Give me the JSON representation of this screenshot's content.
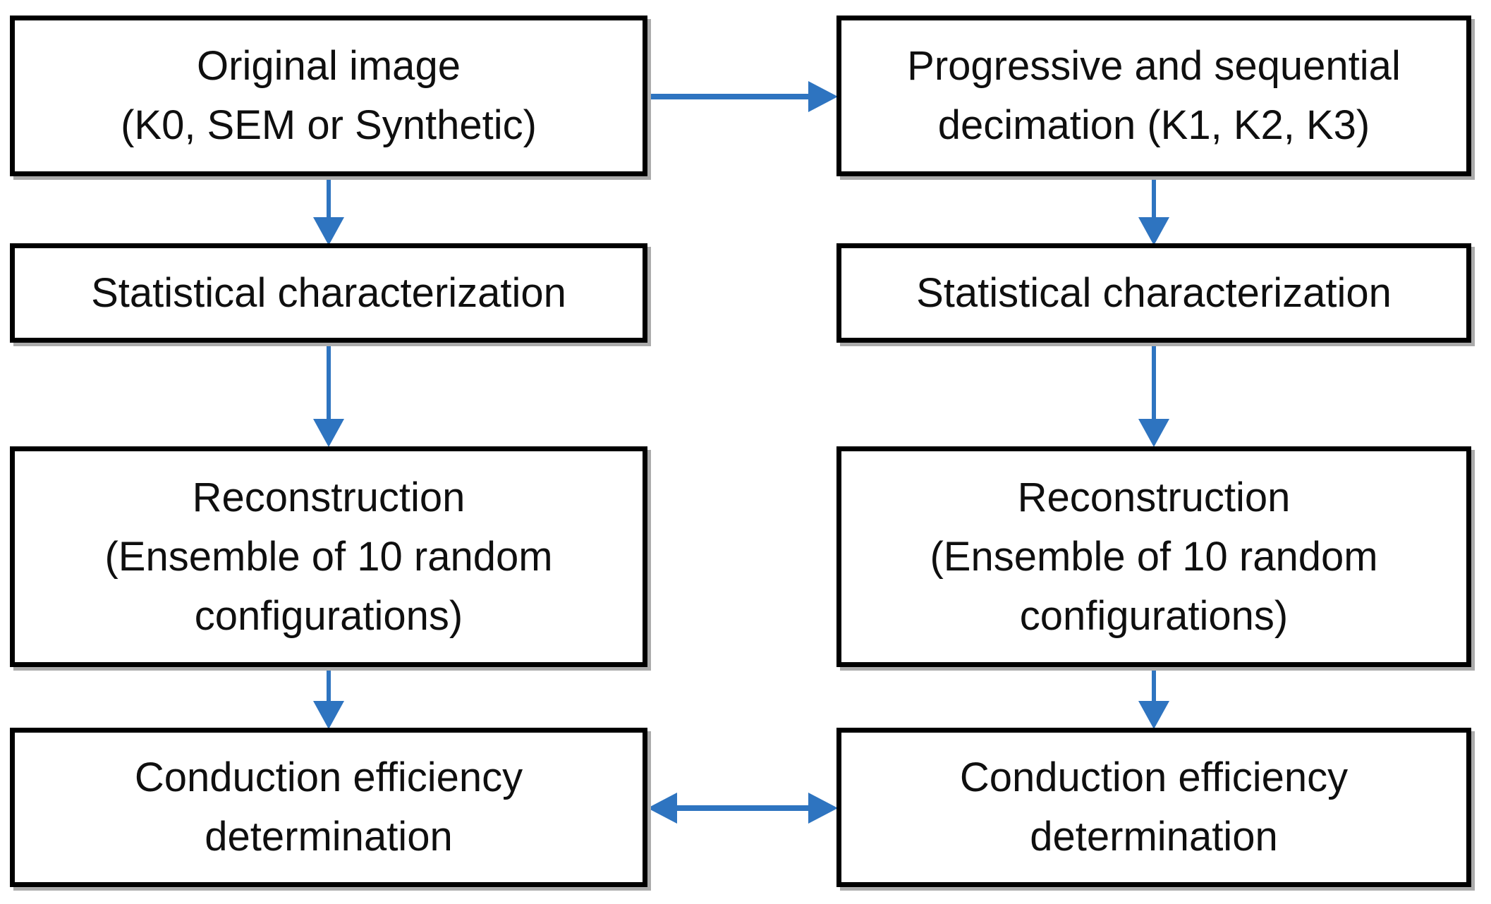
{
  "colors": {
    "arrow_blue": "#2e74c0",
    "box_border": "#000000",
    "box_background": "#ffffff",
    "text": "#0f0f0f",
    "page_background": "#ffffff"
  },
  "diagram": {
    "type": "flowchart",
    "left_column": {
      "boxes": [
        {
          "name": "original-image",
          "lines": [
            "Original image",
            "(K0, SEM or Synthetic)"
          ]
        },
        {
          "name": "statistical-characterization-left",
          "lines": [
            "Statistical characterization"
          ]
        },
        {
          "name": "reconstruction-left",
          "lines": [
            "Reconstruction",
            "(Ensemble of 10 random",
            "configurations)"
          ]
        },
        {
          "name": "conduction-efficiency-left",
          "lines": [
            "Conduction efficiency",
            "determination"
          ]
        }
      ]
    },
    "right_column": {
      "boxes": [
        {
          "name": "progressive-decimation",
          "lines": [
            "Progressive and sequential",
            "decimation (K1, K2, K3)"
          ]
        },
        {
          "name": "statistical-characterization-right",
          "lines": [
            "Statistical characterization"
          ]
        },
        {
          "name": "reconstruction-right",
          "lines": [
            "Reconstruction",
            "(Ensemble of 10 random",
            "configurations)"
          ]
        },
        {
          "name": "conduction-efficiency-right",
          "lines": [
            "Conduction efficiency",
            "determination"
          ]
        }
      ]
    },
    "edges": [
      {
        "from": "original-image",
        "to": "progressive-decimation",
        "direction": "right"
      },
      {
        "from": "original-image",
        "to": "statistical-characterization-left",
        "direction": "down"
      },
      {
        "from": "statistical-characterization-left",
        "to": "reconstruction-left",
        "direction": "down"
      },
      {
        "from": "reconstruction-left",
        "to": "conduction-efficiency-left",
        "direction": "down"
      },
      {
        "from": "progressive-decimation",
        "to": "statistical-characterization-right",
        "direction": "down"
      },
      {
        "from": "statistical-characterization-right",
        "to": "reconstruction-right",
        "direction": "down"
      },
      {
        "from": "reconstruction-right",
        "to": "conduction-efficiency-right",
        "direction": "down"
      },
      {
        "from": "conduction-efficiency-left",
        "to": "conduction-efficiency-right",
        "direction": "bidirectional"
      }
    ]
  }
}
